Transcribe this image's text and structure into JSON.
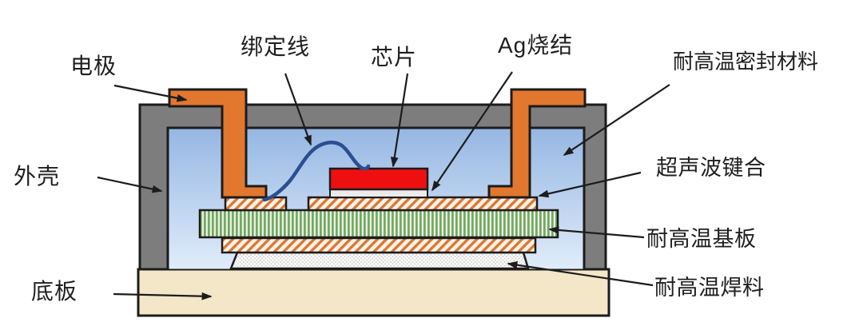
{
  "diagram": {
    "labels": {
      "electrode": "电极",
      "bonding_wire": "绑定线",
      "chip": "芯片",
      "ag_sinter": "Ag烧结",
      "seal_material": "耐高温密封材料",
      "shell": "外壳",
      "ultrasonic_bonding": "超声波键合",
      "substrate": "耐高温基板",
      "solder": "耐高温焊料",
      "base_plate": "底板"
    },
    "colors": {
      "casing_gray": "#7d7d7d",
      "electrode_orange": "#e2772e",
      "chip_red": "#ee1010",
      "ag_layer": "#ebebeb",
      "hatch_orange": "#dd7732",
      "hatch_bg": "#fbf3e9",
      "substrate_green": "#74a763",
      "substrate_green_light": "#e7f1e1",
      "solder_dot": "#d0d0d0",
      "solder_bg": "#fbfbfb",
      "base_beige": "#f3e7c8",
      "cavity_blue_top": "#96b7e3",
      "cavity_blue_bottom": "#e0ecfa",
      "wire_navy": "#2b4e91",
      "outline_black": "#1c1c1c",
      "label_text": "#1f1f1f"
    }
  }
}
